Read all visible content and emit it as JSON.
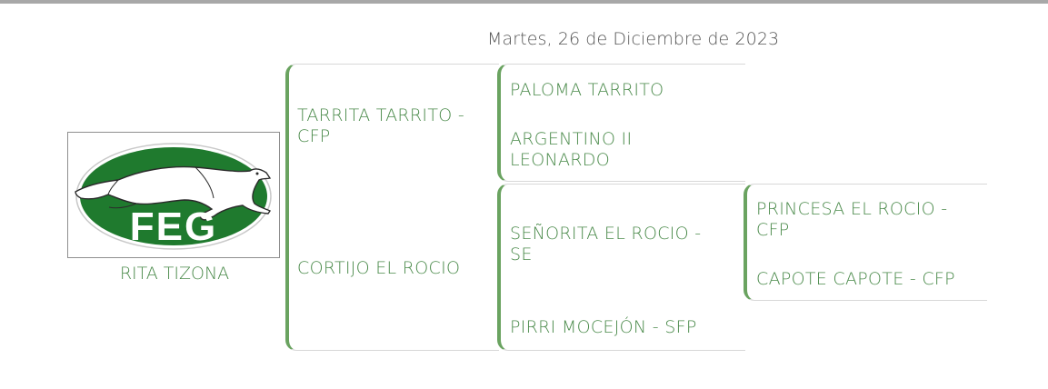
{
  "header": {
    "date": "Martes, 26 de Diciembre de 2023"
  },
  "logo": {
    "text": "FEG",
    "icon": "greyhound-icon",
    "colors": {
      "green": "#1f7a2e",
      "white": "#ffffff"
    }
  },
  "dog": {
    "name": "RITA TIZONA"
  },
  "pedigree": {
    "parents": {
      "mother": "TARRITA TARRITO - CFP",
      "father": "CORTIJO EL ROCIO"
    },
    "grandparents": {
      "maternal_grandmother": "PALOMA TARRITO",
      "maternal_grandfather": "ARGENTINO II LEONARDO",
      "paternal_grandmother": "SEÑORITA EL ROCIO - SE",
      "paternal_grandfather": "PIRRI MOCEJÓN - SFP"
    },
    "great_grandparents": {
      "paternal_grandmother_mother": "PRINCESA EL ROCIO - CFP",
      "paternal_grandmother_father": "CAPOTE CAPOTE - CFP"
    }
  },
  "colors": {
    "accent": "#6aa360",
    "text_green": "#4a8a4a",
    "date_text": "#555555"
  }
}
